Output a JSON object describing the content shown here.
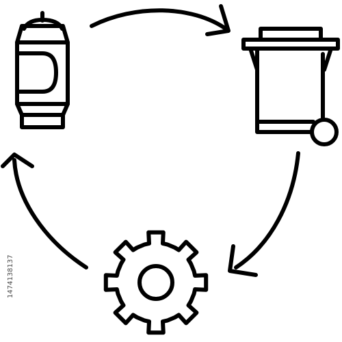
{
  "diagram": {
    "nodes": [
      {
        "id": "can",
        "icon": "soda-can-icon"
      },
      {
        "id": "bin",
        "icon": "recycling-bin-icon"
      },
      {
        "id": "gear",
        "icon": "gear-icon"
      }
    ],
    "edges": [
      {
        "from": "can",
        "to": "bin",
        "icon": "curved-arrow-icon"
      },
      {
        "from": "bin",
        "to": "gear",
        "icon": "curved-arrow-icon"
      },
      {
        "from": "gear",
        "to": "can",
        "icon": "curved-arrow-icon"
      }
    ],
    "colors": {
      "line": "#000000",
      "background": "#ffffff"
    }
  },
  "watermark": {
    "id_text": "1474138137"
  }
}
